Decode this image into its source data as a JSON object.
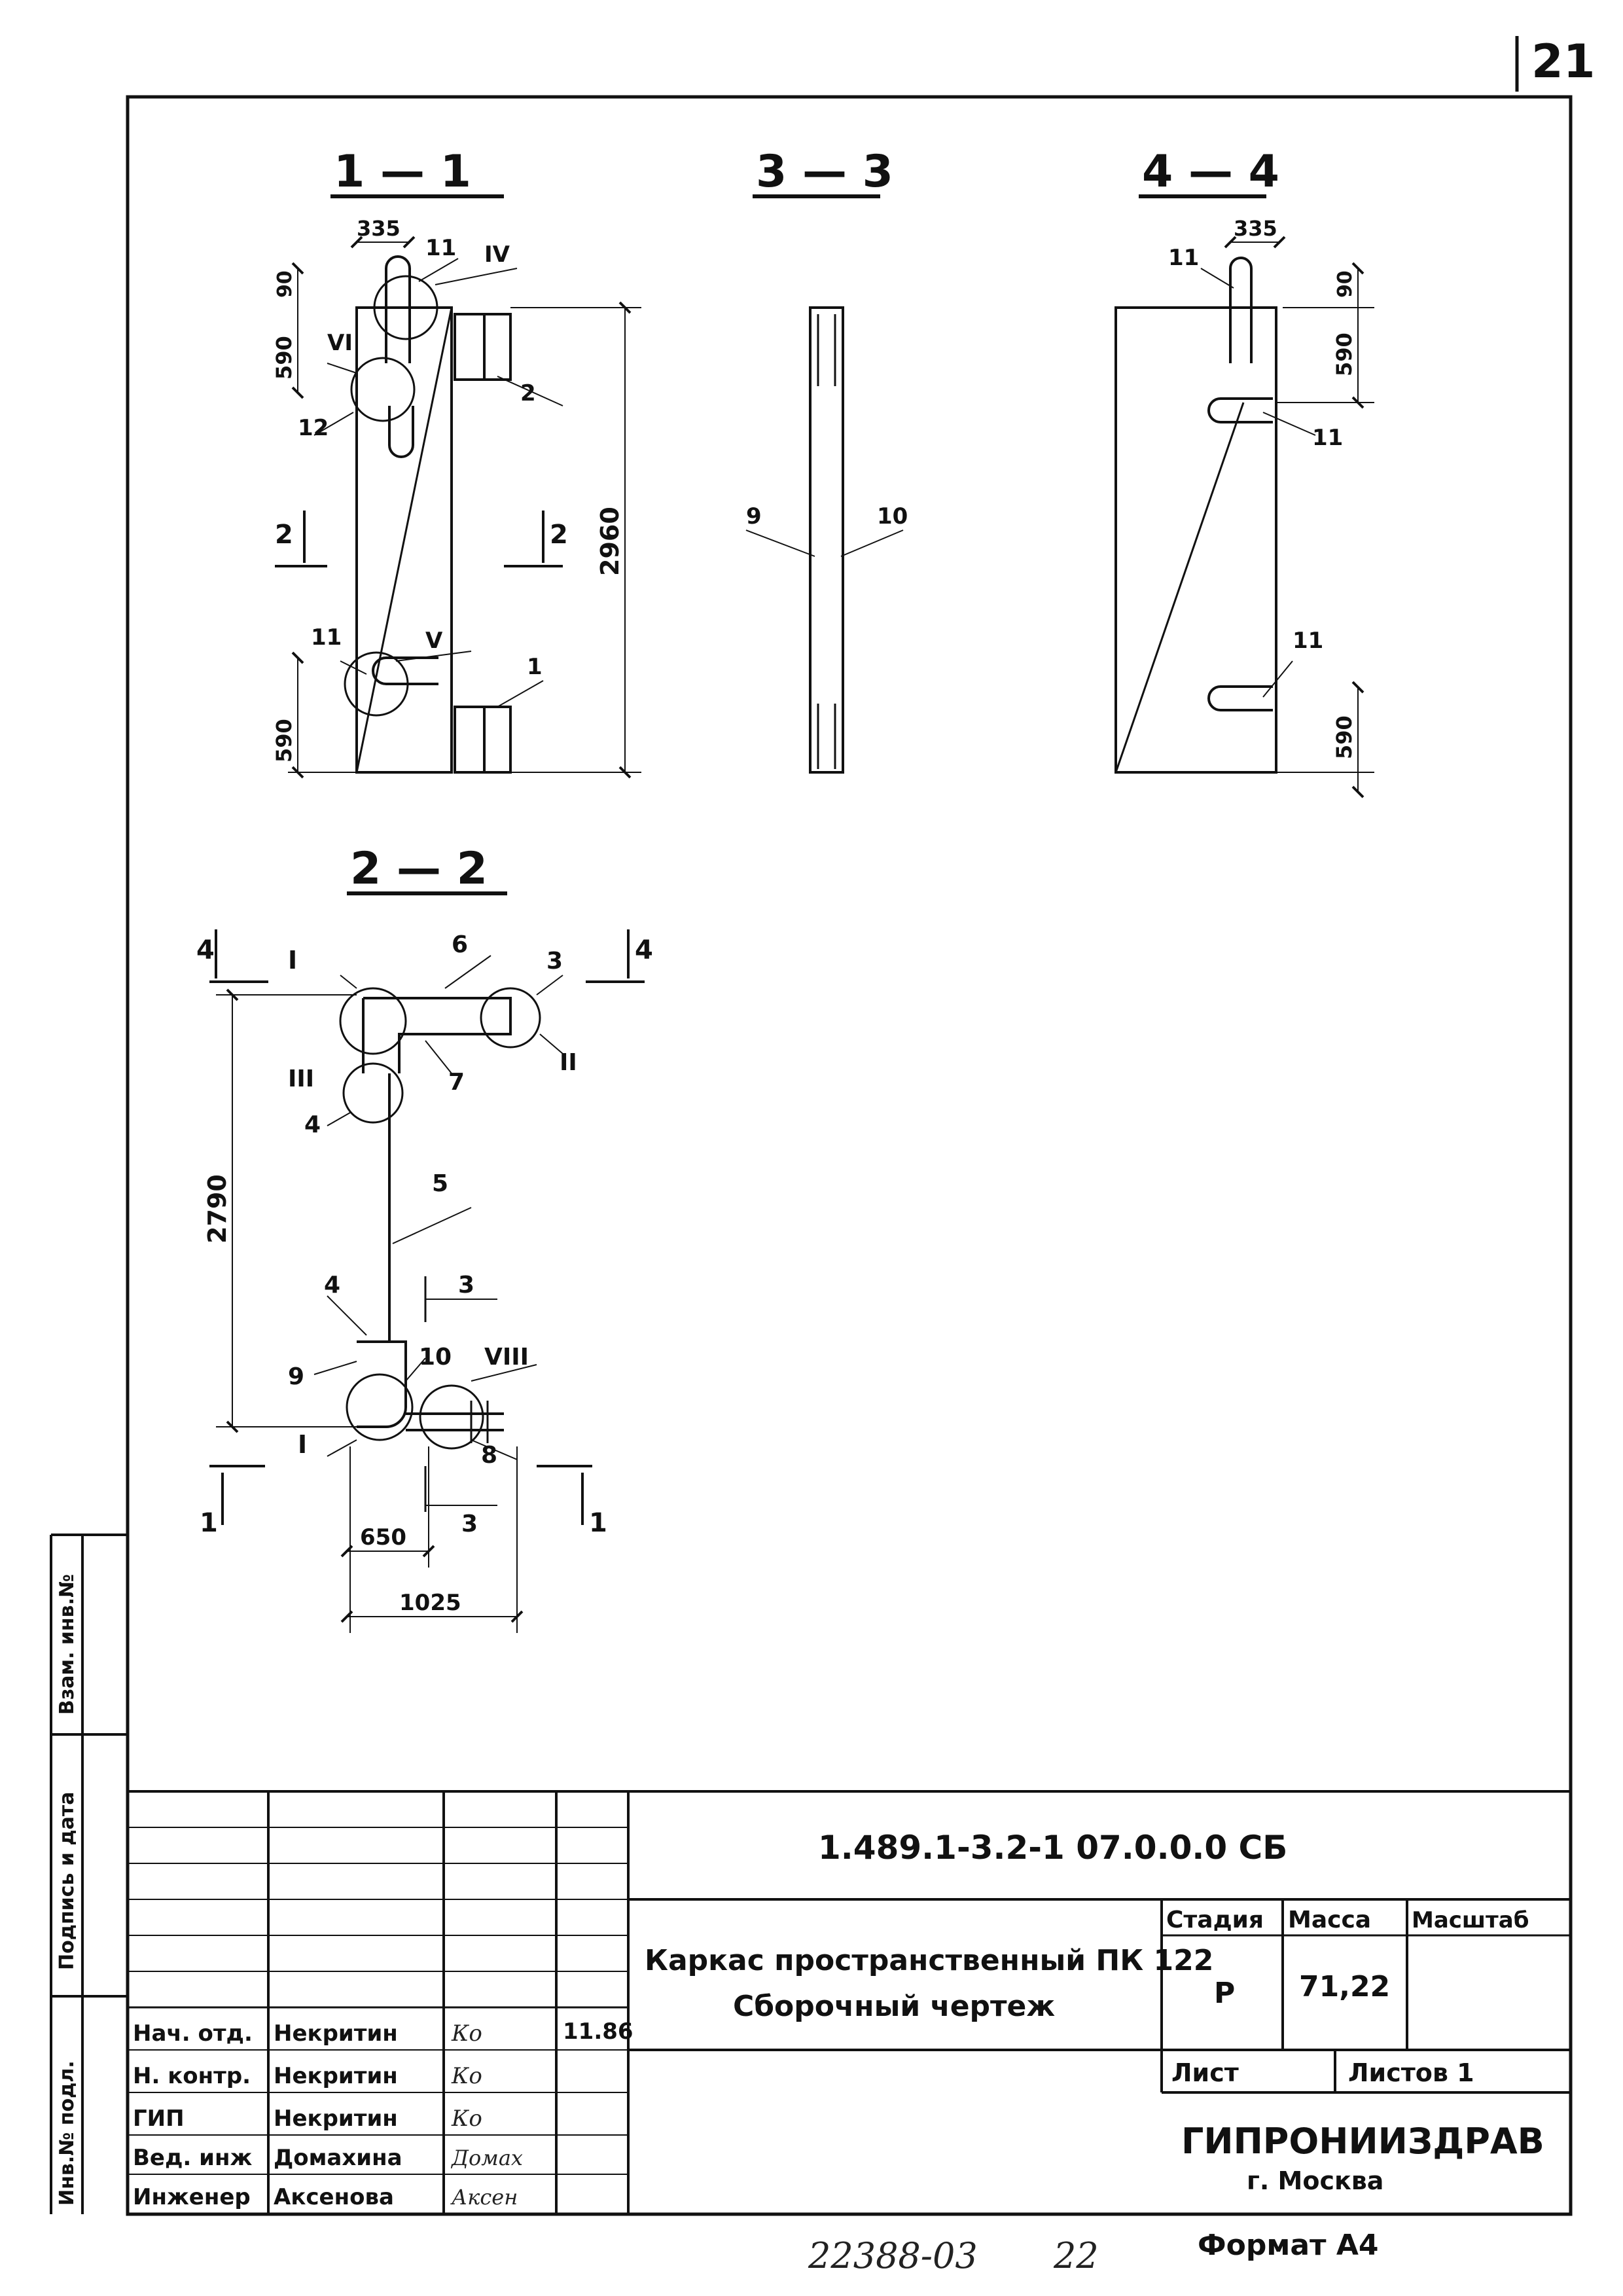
{
  "page": {
    "sheet_number": "21"
  },
  "sections": {
    "s11": {
      "title": "1 — 1",
      "dims": [
        "335",
        "90",
        "590",
        "2960",
        "590"
      ],
      "callouts": [
        "11",
        "IV",
        "VI",
        "12",
        "2",
        "V",
        "11",
        "1"
      ],
      "cut_marks": [
        "2",
        "2"
      ]
    },
    "s33": {
      "title": "3 — 3",
      "callouts": [
        "9",
        "10"
      ]
    },
    "s44": {
      "title": "4 — 4",
      "dims": [
        "335",
        "90",
        "590",
        "590"
      ],
      "callouts": [
        "11",
        "11",
        "11"
      ]
    },
    "s22": {
      "title": "2 — 2",
      "dims": [
        "2790",
        "650",
        "1025"
      ],
      "callouts": [
        "I",
        "6",
        "3",
        "II",
        "III",
        "7",
        "4",
        "5",
        "4",
        "3",
        "9",
        "10",
        "VIII",
        "I",
        "8",
        "3"
      ],
      "cut_marks": [
        "4",
        "4",
        "1",
        "1"
      ]
    }
  },
  "title_block": {
    "document_code": "1.489.1-3.2-1  07.0.0.0 СБ",
    "name_line1": "Каркас пространственный ПК 122",
    "name_line2": "Сборочный чертеж",
    "headers": {
      "stage": "Стадия",
      "mass": "Масса",
      "scale": "Масштаб"
    },
    "stage": "Р",
    "mass": "71,22",
    "sheet_label": "Лист",
    "sheets_label": "Листов 1",
    "org": "ГИПРОНИИЗДРАВ",
    "city": "г. Москва",
    "date": "11.86",
    "roles": [
      {
        "role": "Нач. отд.",
        "name": "Некритин",
        "signature": "Ко"
      },
      {
        "role": "Н. контр.",
        "name": "Некритин",
        "signature": "Ко"
      },
      {
        "role": "ГИП",
        "name": "Некритин",
        "signature": "Ко"
      },
      {
        "role": "Вед. инж",
        "name": "Домахина",
        "signature": "Домах"
      },
      {
        "role": "Инженер",
        "name": "Аксенова",
        "signature": "Аксен"
      }
    ]
  },
  "footer": {
    "inventory": "22388-03",
    "copy": "22",
    "format": "Формат А4"
  },
  "side_labels": {
    "inv": "Инв.№ подл.",
    "sign": "Подпись и дата",
    "swap": "Взам. инв.№"
  }
}
